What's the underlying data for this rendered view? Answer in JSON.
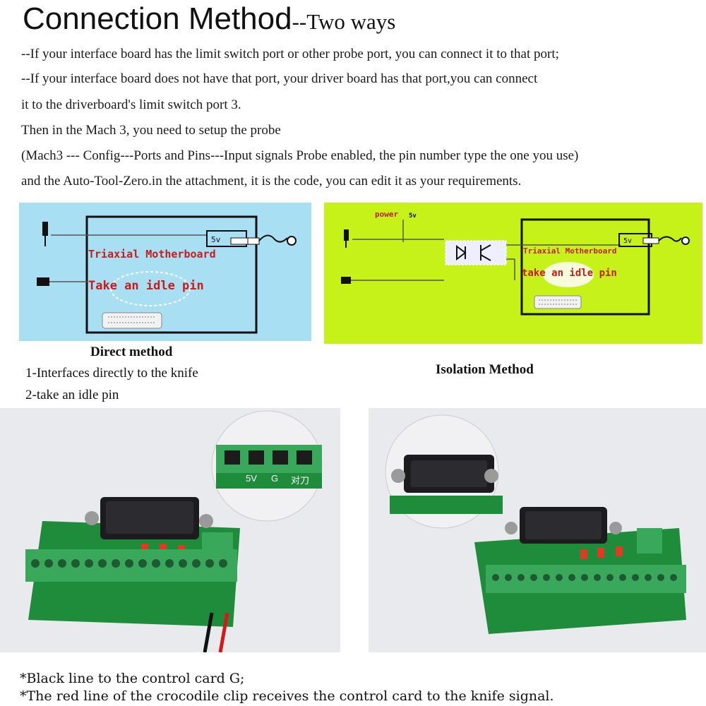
{
  "header": {
    "title": "Connection Method",
    "subtitle": "--Two ways"
  },
  "instructions": [
    "--If your interface board has the limit switch port or other probe port, you can connect it to that port;",
    "--If your interface board does not have that port, your driver board has that port,you can connect",
    "it to the driverboard's limit switch port 3.",
    "Then in the Mach 3, you need to setup the probe",
    "(Mach3 --- Config---Ports and Pins---Input signals Probe enabled, the pin number type the one you use)",
    "and the Auto-Tool-Zero.in the attachment, it is the code, you can edit it as your requirements."
  ],
  "direct_diagram": {
    "board_label": "Triaxial Motherboard",
    "pin_label": "Take an idle pin",
    "voltage_label": "5v",
    "background": "#a9dff2"
  },
  "isolation_diagram": {
    "power_label": "power",
    "supply_label": "5v",
    "board_label": "Triaxial Motherboard",
    "pin_label": "take an idle pin",
    "voltage_label": "5v",
    "background": "#c6f21a"
  },
  "captions": {
    "direct_title": "Direct method",
    "direct_steps": [
      "1-Interfaces directly to the knife",
      "2-take an idle pin"
    ],
    "isolation_title": "Isolation Method"
  },
  "photo_labels": {
    "terminal_1": "5V",
    "terminal_2": "G",
    "terminal_3": "对刀"
  },
  "footer": [
    "*Black line to the control card G;",
    "*The red line of the crocodile clip receives the control card to the knife signal."
  ],
  "colors": {
    "pcb_green": "#1f8c3c",
    "terminal_green": "#3aa85a",
    "diagram_red": "#c81b1b"
  }
}
